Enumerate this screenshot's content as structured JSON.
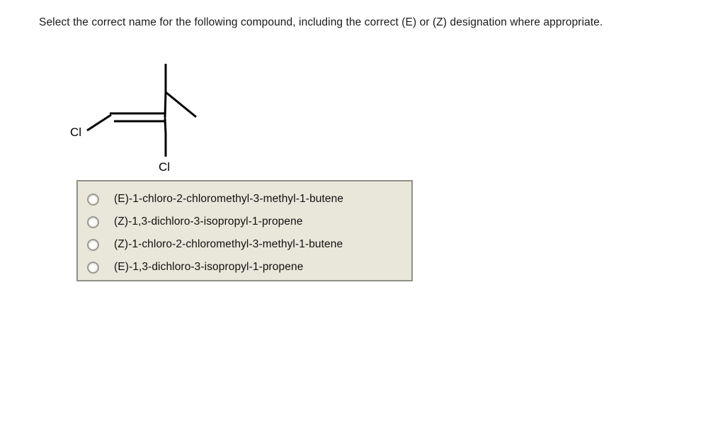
{
  "question": {
    "prompt": "Select the correct name for the following compound, including the correct (E) or (Z) designation where appropriate."
  },
  "structure": {
    "name": "skeletal-structure-diagram",
    "compound_description": "1-chloro-2-(chloromethyl)-3-methyl-1-butene skeletal formula",
    "atom_labels": [
      {
        "id": "chlorine-left",
        "text": "Cl"
      },
      {
        "id": "chlorine-bottom",
        "text": "Cl"
      }
    ],
    "bond_color": "#000000",
    "line_width": 3
  },
  "answers": {
    "options": [
      {
        "id": "option-a",
        "label": "(E)-1-chloro-2-chloromethyl-3-methyl-1-butene",
        "selected": false
      },
      {
        "id": "option-b",
        "label": "(Z)-1,3-dichloro-3-isopropyl-1-propene",
        "selected": false
      },
      {
        "id": "option-c",
        "label": "(Z)-1-chloro-2-chloromethyl-3-methyl-1-butene",
        "selected": false
      },
      {
        "id": "option-d",
        "label": "(E)-1,3-dichloro-3-isopropyl-1-propene",
        "selected": false
      }
    ],
    "box_background": "#e9e7d9",
    "box_border": "#8f9089"
  }
}
